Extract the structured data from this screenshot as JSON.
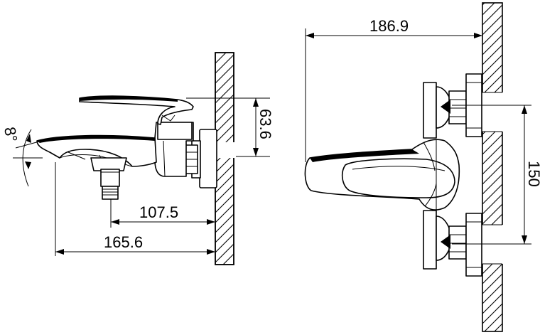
{
  "side_view": {
    "dim_height": "63.6",
    "dim_spout_depth": "107.5",
    "dim_total_depth": "165.6",
    "dim_angle": "8°"
  },
  "top_view": {
    "dim_projection": "186.9",
    "dim_centers": "150"
  }
}
